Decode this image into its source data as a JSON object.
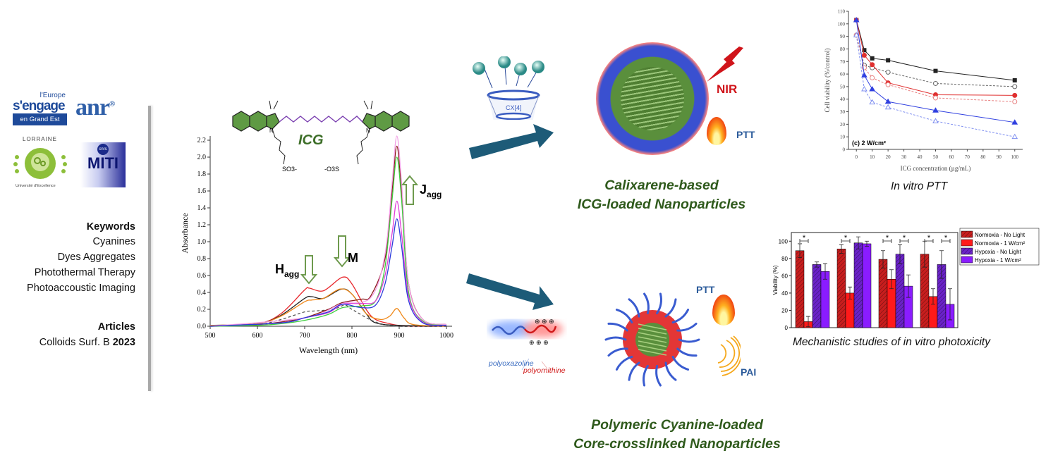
{
  "logos": {
    "europe": {
      "line1": "l'Europe",
      "line2": "s'engage",
      "line3": "en Grand Est"
    },
    "anr": {
      "text": "anr",
      "mark": "®"
    },
    "lorraine": {
      "top": "LORRAINE",
      "bottom": "Université d'Excellence"
    },
    "miti": {
      "top": "cnrs",
      "main": "MITI"
    }
  },
  "sidebar": {
    "keywords_heading": "Keywords",
    "keywords": [
      "Cyanines",
      "Dyes Aggregates",
      "Photothermal Therapy",
      "Photoaccoustic Imaging"
    ],
    "articles_heading": "Articles",
    "article_journal": "Colloids Surf. B ",
    "article_year": "2023"
  },
  "molecule": {
    "name": "ICG",
    "left_group": "SO3-",
    "right_group": "-O3S",
    "n_label": "N"
  },
  "spectrum_labels": {
    "h": "H",
    "h_sub": "agg",
    "m": "M",
    "j": "J",
    "j_sub": "agg"
  },
  "top_branch": {
    "cup_label": "CX[4]",
    "nir_label": "NIR",
    "ptt_label": "PTT",
    "title_line1": "Calixarene-based",
    "title_line2": "ICG-loaded Nanoparticles"
  },
  "bottom_branch": {
    "polymer_a": "polyoxazoline",
    "polymer_b": "polyornithine",
    "ptt_label": "PTT",
    "pai_label": "PAI",
    "title_line1": "Polymeric Cyanine-loaded",
    "title_line2": "Core-crosslinked Nanoparticles"
  },
  "captions": {
    "ptt_chart": "In vitro PTT",
    "bar_chart": "Mechanistic studies of in vitro photoxicity"
  },
  "colors": {
    "arrow": "#1d5b78",
    "title_green": "#2f5a1c",
    "nir_red": "#d0141a",
    "label_blue": "#2a5a9a"
  },
  "chart_data": [
    {
      "type": "line",
      "title": "",
      "xlabel": "Wavelength (nm)",
      "ylabel": "Absorbance",
      "xlim": [
        500,
        1000
      ],
      "ylim": [
        0,
        2.2
      ],
      "xticks": [
        500,
        600,
        700,
        800,
        900,
        1000
      ],
      "yticks": [
        0.0,
        0.2,
        0.4,
        0.6,
        0.8,
        1.0,
        1.2,
        1.4,
        1.6,
        1.8,
        2.0,
        2.2
      ],
      "series": [
        {
          "name": "red",
          "color": "#e8262b",
          "x": [
            500,
            600,
            650,
            700,
            710,
            740,
            780,
            800,
            830,
            850,
            880,
            900,
            950,
            1000
          ],
          "y": [
            0.01,
            0.03,
            0.15,
            0.43,
            0.45,
            0.42,
            0.58,
            0.5,
            0.2,
            0.08,
            0.03,
            0.01,
            0,
            0
          ]
        },
        {
          "name": "black",
          "color": "#222222",
          "x": [
            500,
            600,
            650,
            700,
            715,
            740,
            778,
            800,
            830,
            850,
            900,
            1000
          ],
          "y": [
            0.01,
            0.03,
            0.13,
            0.33,
            0.35,
            0.33,
            0.44,
            0.38,
            0.15,
            0.04,
            0.01,
            0
          ]
        },
        {
          "name": "orange",
          "color": "#f08a1c",
          "x": [
            500,
            600,
            650,
            700,
            715,
            740,
            775,
            800,
            830,
            860,
            880,
            895,
            910,
            930,
            1000
          ],
          "y": [
            0.01,
            0.03,
            0.12,
            0.29,
            0.31,
            0.33,
            0.44,
            0.38,
            0.15,
            0.08,
            0.12,
            0.21,
            0.1,
            0.02,
            0
          ]
        },
        {
          "name": "dashed-black",
          "color": "#555555",
          "dashed": true,
          "x": [
            500,
            600,
            650,
            700,
            720,
            760,
            785,
            800,
            850,
            900,
            1000
          ],
          "y": [
            0,
            0.02,
            0.08,
            0.17,
            0.18,
            0.2,
            0.25,
            0.2,
            0.05,
            0,
            0
          ]
        },
        {
          "name": "dark-red",
          "color": "#8b1a1a",
          "x": [
            500,
            600,
            650,
            700,
            750,
            780,
            820,
            840,
            870,
            885,
            895,
            905,
            920,
            950,
            1000
          ],
          "y": [
            0,
            0.02,
            0.05,
            0.1,
            0.2,
            0.28,
            0.32,
            0.36,
            0.8,
            1.6,
            2.13,
            1.6,
            0.5,
            0.08,
            0.02
          ]
        },
        {
          "name": "pink",
          "color": "#f2a0e6",
          "x": [
            500,
            700,
            780,
            840,
            870,
            885,
            895,
            905,
            920,
            950,
            1000
          ],
          "y": [
            0,
            0.1,
            0.27,
            0.34,
            0.85,
            1.7,
            2.25,
            1.7,
            0.5,
            0.08,
            0.02
          ]
        },
        {
          "name": "green",
          "color": "#3fce3f",
          "x": [
            500,
            600,
            650,
            700,
            750,
            780,
            820,
            850,
            870,
            885,
            895,
            905,
            920,
            950,
            1000
          ],
          "y": [
            0,
            0.01,
            0.03,
            0.07,
            0.14,
            0.22,
            0.24,
            0.3,
            0.7,
            1.5,
            2.0,
            1.5,
            0.4,
            0.06,
            0.01
          ]
        },
        {
          "name": "magenta",
          "color": "#e040d8",
          "x": [
            500,
            650,
            700,
            750,
            780,
            820,
            850,
            870,
            885,
            895,
            905,
            920,
            950,
            1000
          ],
          "y": [
            0,
            0.04,
            0.1,
            0.16,
            0.26,
            0.27,
            0.3,
            0.6,
            1.1,
            1.48,
            1.1,
            0.35,
            0.05,
            0.01
          ]
        },
        {
          "name": "blue",
          "color": "#2b3bdc",
          "x": [
            500,
            650,
            700,
            750,
            780,
            820,
            850,
            870,
            885,
            895,
            905,
            920,
            950,
            1000
          ],
          "y": [
            0,
            0.04,
            0.1,
            0.17,
            0.26,
            0.22,
            0.25,
            0.5,
            0.95,
            1.27,
            0.95,
            0.3,
            0.04,
            0.01
          ]
        }
      ]
    },
    {
      "type": "line",
      "title": "(c) 2 W/cm²",
      "xlabel": "ICG concentration (µg/mL)",
      "ylabel": "Cell viability (%/control)",
      "xlim": [
        -5,
        105
      ],
      "ylim": [
        0,
        110
      ],
      "xticks": [
        0,
        10,
        20,
        30,
        40,
        50,
        60,
        70,
        80,
        90,
        100
      ],
      "yticks": [
        0,
        10,
        20,
        30,
        40,
        50,
        60,
        70,
        80,
        90,
        100,
        110
      ],
      "x": [
        0,
        5,
        10,
        20,
        50,
        100
      ],
      "series": [
        {
          "name": "black-solid",
          "color": "#222222",
          "marker": "square",
          "values": [
            103,
            79,
            72.5,
            71,
            62.5,
            55
          ]
        },
        {
          "name": "black-dashed",
          "color": "#666666",
          "dashed": true,
          "marker": "open-circle",
          "values": [
            91,
            67,
            65,
            61.5,
            52.5,
            50
          ]
        },
        {
          "name": "red-solid",
          "color": "#e03030",
          "marker": "circle",
          "values": [
            103,
            75,
            67.5,
            53,
            43.5,
            43
          ]
        },
        {
          "name": "red-dashed",
          "color": "#e88080",
          "dashed": true,
          "marker": "open-circle",
          "values": [
            91,
            65,
            57,
            51.5,
            41,
            38
          ]
        },
        {
          "name": "blue-solid",
          "color": "#3040e0",
          "marker": "triangle",
          "values": [
            103,
            59,
            48,
            38,
            31,
            21.5
          ]
        },
        {
          "name": "blue-dashed",
          "color": "#8090f0",
          "dashed": true,
          "marker": "open-triangle",
          "values": [
            91,
            48,
            37.5,
            33.5,
            22.5,
            10
          ]
        }
      ]
    },
    {
      "type": "bar",
      "ylabel": "Viability (%)",
      "ylim": [
        0,
        110
      ],
      "yticks": [
        0,
        20,
        40,
        60,
        80,
        100
      ],
      "legend_position": "right",
      "groups": 4,
      "significance_marker": "*",
      "series": [
        {
          "name": "Normoxia - No Light",
          "color": "#c81e1e",
          "hatched": true,
          "values": [
            89,
            91,
            79,
            85
          ],
          "errors": [
            8,
            5,
            10,
            15
          ]
        },
        {
          "name": "Normoxia - 1 W/cm²",
          "color": "#ff1a1a",
          "hatched": false,
          "values": [
            7,
            40,
            56,
            36
          ],
          "errors": [
            6,
            7,
            11,
            9
          ]
        },
        {
          "name": "Hypoxia - No Light",
          "color": "#6a22c8",
          "hatched": true,
          "values": [
            73,
            98,
            85,
            73
          ],
          "errors": [
            3,
            7,
            11,
            16
          ]
        },
        {
          "name": "Hypoxia - 1 W/cm²",
          "color": "#8a1cff",
          "hatched": false,
          "values": [
            65,
            97,
            48,
            27
          ],
          "errors": [
            9,
            3,
            13,
            18
          ]
        }
      ]
    }
  ]
}
